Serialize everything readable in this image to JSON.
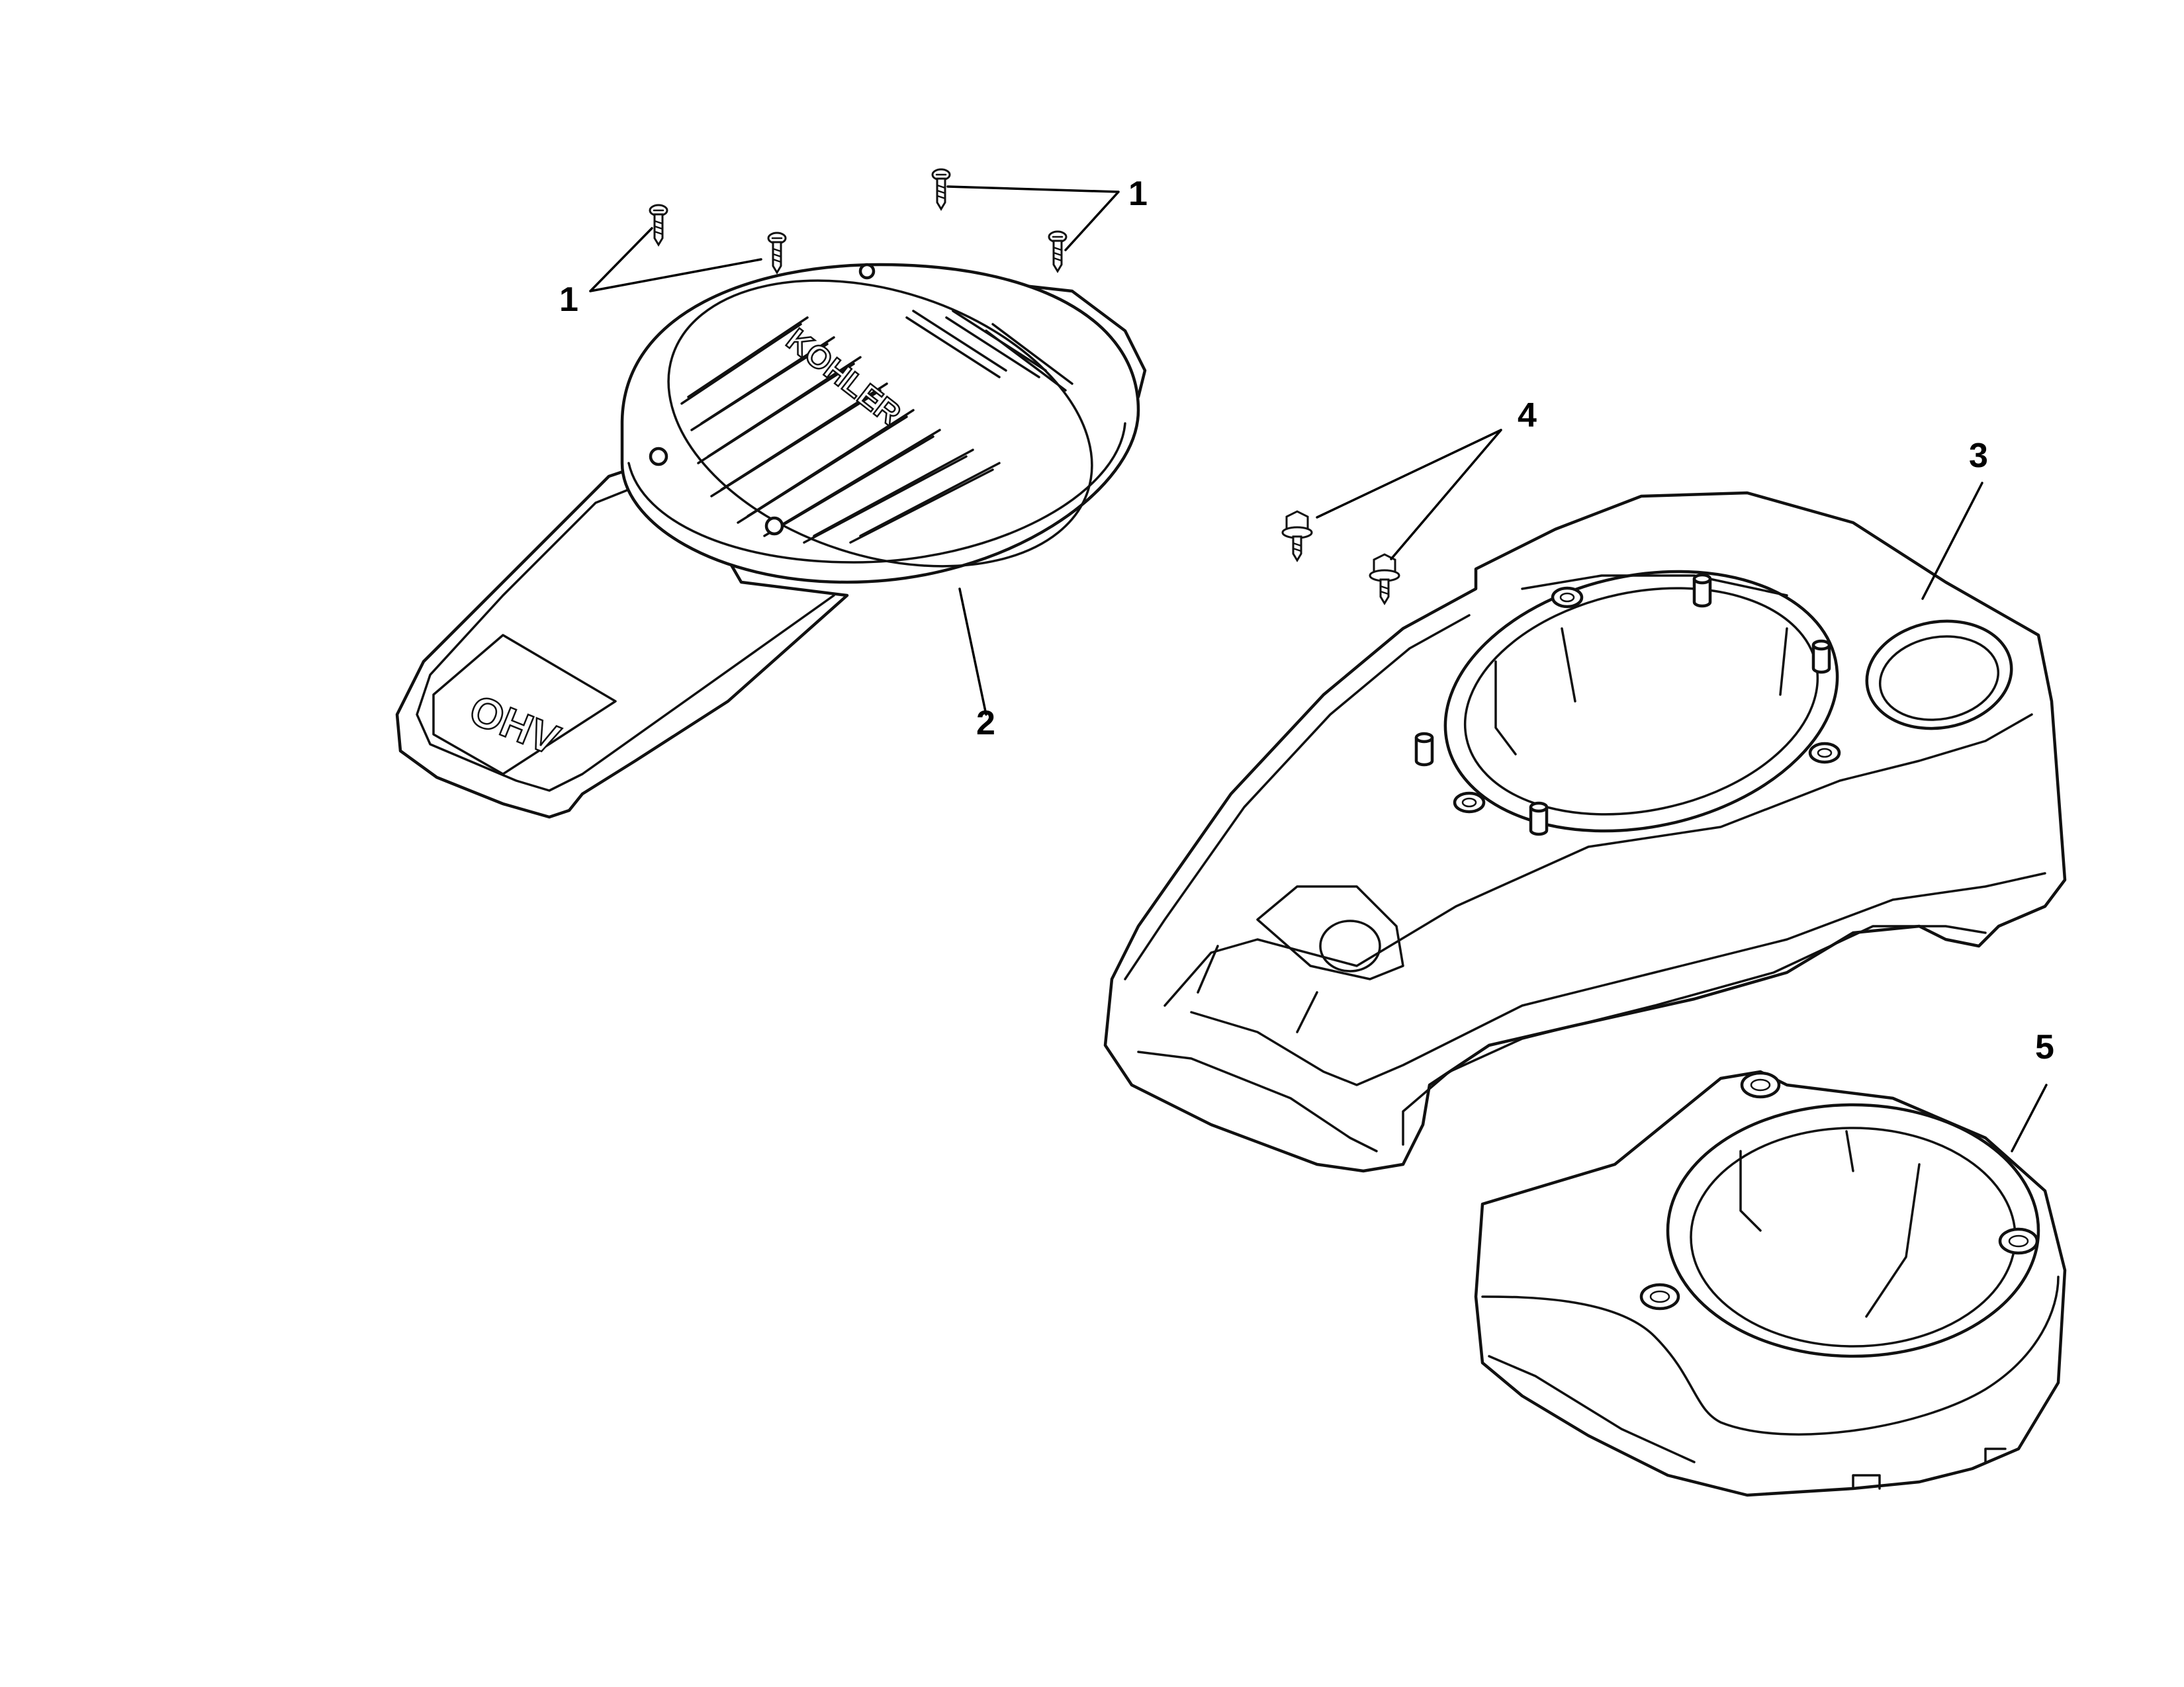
{
  "callouts": {
    "c1a": "1",
    "c1b": "1",
    "c2": "2",
    "c3": "3",
    "c4": "4",
    "c5": "5"
  },
  "embossed_text": {
    "brand": "KOHLER",
    "model": "OHV"
  },
  "colors": {
    "line": "#111111",
    "background": "#ffffff"
  }
}
